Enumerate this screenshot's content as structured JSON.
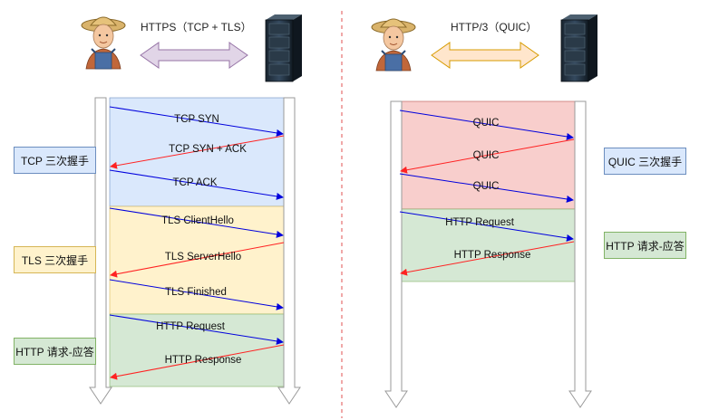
{
  "left": {
    "title": "HTTPS（TCP + TLS）",
    "phases": [
      {
        "label": "TCP 三次握手",
        "color": "#dae8fc",
        "border": "#6c8ebf"
      },
      {
        "label": "TLS 三次握手",
        "color": "#fff2cc",
        "border": "#d6b656"
      },
      {
        "label": "HTTP 请求-应答",
        "color": "#d5e8d4",
        "border": "#82b366"
      }
    ],
    "messages": [
      {
        "text": "TCP SYN",
        "dir": "right"
      },
      {
        "text": "TCP SYN + ACK",
        "dir": "left"
      },
      {
        "text": "TCP ACK",
        "dir": "right"
      },
      {
        "text": "TLS ClientHello",
        "dir": "right"
      },
      {
        "text": "TLS ServerHello",
        "dir": "left"
      },
      {
        "text": "TLS Finished",
        "dir": "right"
      },
      {
        "text": "HTTP Request",
        "dir": "right"
      },
      {
        "text": "HTTP Response",
        "dir": "left"
      }
    ]
  },
  "right": {
    "title": "HTTP/3（QUIC）",
    "phases": [
      {
        "label": "QUIC 三次握手",
        "color": "#f8cecc",
        "border": "#b85450"
      },
      {
        "label": "HTTP 请求-应答",
        "color": "#d5e8d4",
        "border": "#82b366"
      }
    ],
    "messages": [
      {
        "text": "QUIC",
        "dir": "right"
      },
      {
        "text": "QUIC",
        "dir": "left"
      },
      {
        "text": "QUIC",
        "dir": "right"
      },
      {
        "text": "HTTP Request",
        "dir": "right"
      },
      {
        "text": "HTTP Response",
        "dir": "left"
      }
    ]
  },
  "icons": {
    "client": "farmer-avatar-icon",
    "server": "server-rack-icon"
  },
  "colors": {
    "request_arrow": "#0000dd",
    "response_arrow": "#ff2222",
    "divider": "#e05050"
  }
}
